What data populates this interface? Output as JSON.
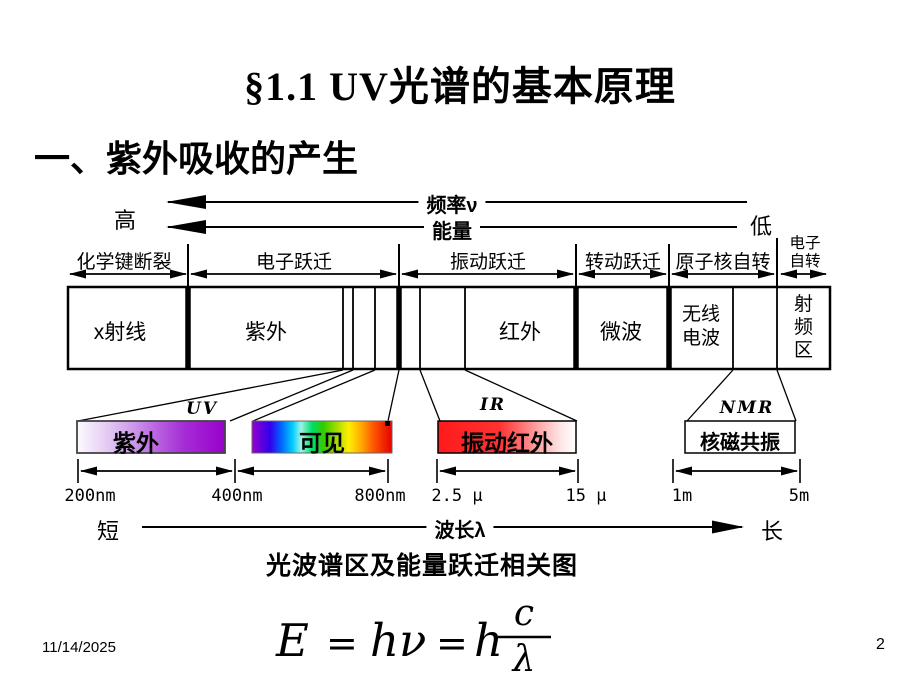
{
  "slide": {
    "title": "§1.1 UV光谱的基本原理",
    "heading": "一、紫外吸收的产生",
    "caption": "光波谱区及能量跃迁相关图",
    "date": "11/14/2025",
    "page_number": "2"
  },
  "spectrum_diagram": {
    "high_label": "高",
    "low_label": "低",
    "frequency_label": "频率ν",
    "energy_label": "能量",
    "transitions": [
      {
        "label": "化学键断裂"
      },
      {
        "label": "电子跃迁"
      },
      {
        "label": "振动跃迁"
      },
      {
        "label": "转动跃迁"
      },
      {
        "label": "原子核自转"
      },
      {
        "label": "电子自转"
      }
    ],
    "bands": [
      {
        "label": "x射线"
      },
      {
        "label": "紫外"
      },
      {
        "label": "红外"
      },
      {
        "label": "微波"
      },
      {
        "label": "无线电波"
      },
      {
        "label": "射频区"
      }
    ],
    "zoom_bars": [
      {
        "tag": "UV",
        "label": "紫外"
      },
      {
        "tag": "",
        "label": "可见"
      },
      {
        "tag": "IR",
        "label": "振动红外"
      },
      {
        "tag": "NMR",
        "label": "核磁共振"
      }
    ],
    "scale_labels": [
      "200nm",
      "400nm",
      "800nm",
      "2.5 μ",
      "15 μ",
      "1m",
      "5m"
    ],
    "short_label": "短",
    "wavelength_label": "波长λ",
    "long_label": "长"
  },
  "formula": {
    "lhs": "E",
    "eq1": "=",
    "term1": "hν",
    "eq2": "=",
    "coeff": "h",
    "numerator": "c",
    "denominator": "λ"
  },
  "colors": {
    "uv_purple": "#9900cc",
    "ir_red": "#ff1a1a",
    "text": "#000000",
    "background": "#ffffff"
  }
}
